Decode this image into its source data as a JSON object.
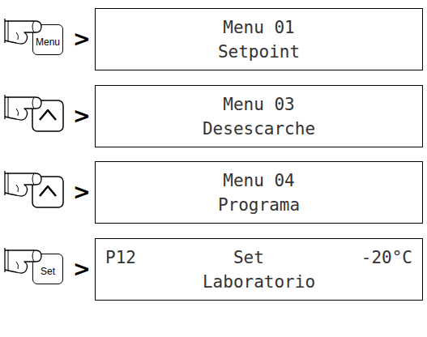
{
  "diagram": {
    "nodes": [
      {
        "text": [
          "Menu"
        ]
      },
      {
        "text": [
          "Menu 01",
          "Setpoint"
        ]
      },
      {
        "text": [
          "Menu 03",
          "Desescarche"
        ]
      },
      {
        "text": [
          "Menu 04",
          "Programa"
        ]
      },
      {
        "text": [
          "Set"
        ]
      },
      {
        "text": [
          "P12",
          "Set",
          "-20°C",
          "Laboratorio"
        ]
      }
    ],
    "labels": [
      ">",
      ">",
      ">",
      ">"
    ]
  }
}
